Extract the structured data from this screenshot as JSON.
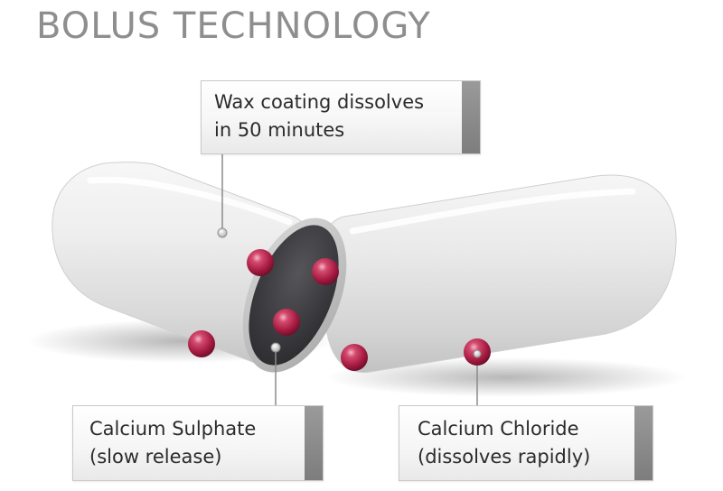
{
  "title": "BOLUS TECHNOLOGY",
  "callouts": {
    "wax": {
      "line1": "Wax coating dissolves",
      "line2": "in 50 minutes"
    },
    "sulphate": {
      "line1": "Calcium Sulphate",
      "line2": "(slow release)"
    },
    "chloride": {
      "line1": "Calcium Chloride",
      "line2": "(dissolves rapidly)"
    }
  },
  "colors": {
    "title": "#8e8e8e",
    "capsule": "#e4e4e4",
    "core": "#3a3a3c",
    "granule": "#b01c45",
    "leader": "#8a8a8a",
    "tab": "#8a8a8a"
  },
  "icons": [
    "capsule-half-left",
    "capsule-half-right",
    "dark-core",
    "granule-sphere"
  ]
}
